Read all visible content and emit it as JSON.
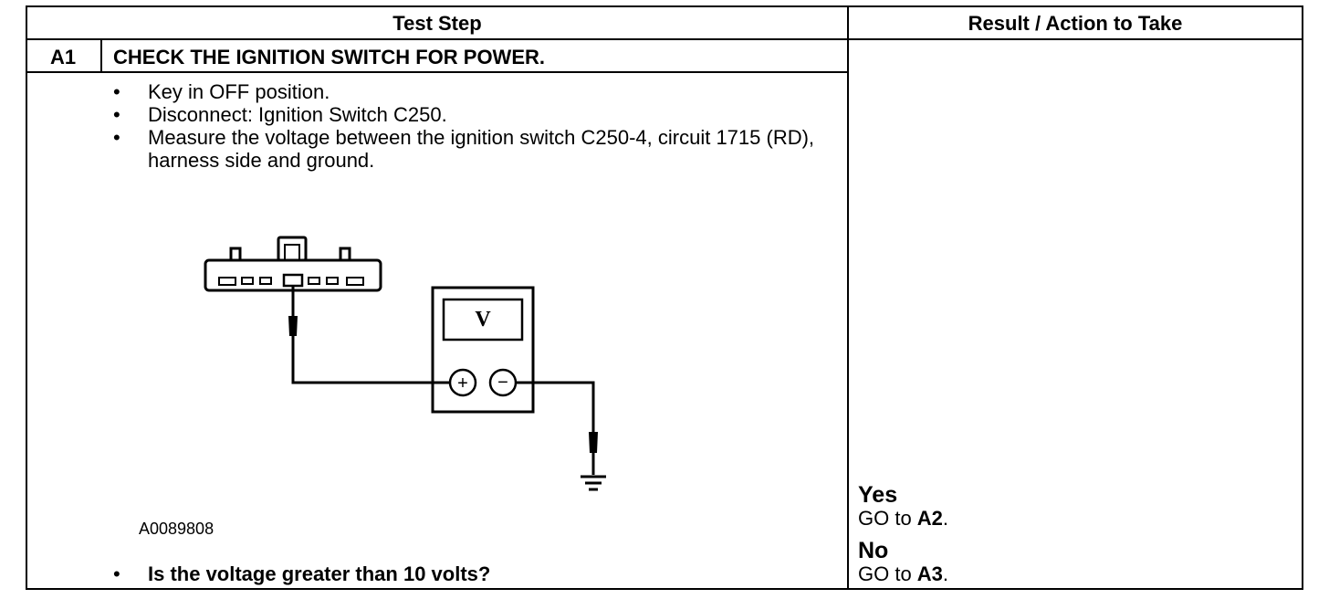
{
  "header": {
    "test_step": "Test Step",
    "result_action": "Result / Action to Take"
  },
  "step": {
    "id": "A1",
    "title": "CHECK THE IGNITION SWITCH FOR POWER.",
    "bullets": [
      "Key in OFF position.",
      "Disconnect: Ignition Switch C250.",
      "Measure the voltage between the ignition switch C250-4, circuit 1715 (RD), harness side and ground."
    ],
    "figure_id": "A0089808",
    "question": "Is the voltage greater than 10 volts?",
    "bullet_glyph": "•"
  },
  "diagram": {
    "meter_label": "V",
    "plus_symbol": "+",
    "minus_symbol": "−",
    "icons": [
      "connector-icon",
      "voltmeter-icon",
      "probe-icon",
      "ground-symbol-icon"
    ]
  },
  "results": {
    "yes": {
      "label": "Yes",
      "prefix": "GO to ",
      "target": "A2",
      "suffix": "."
    },
    "no": {
      "label": "No",
      "prefix": "GO to ",
      "target": "A3",
      "suffix": "."
    }
  }
}
